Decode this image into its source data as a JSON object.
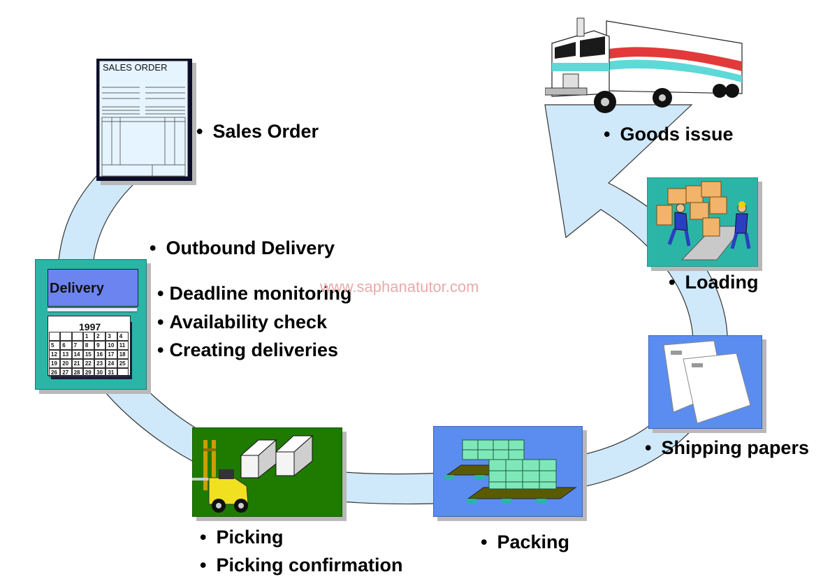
{
  "watermark": "www.saphanatutor.com",
  "colors": {
    "cycle_arrow": "#cfe8fa",
    "cycle_outline": "#333333",
    "teal": "#2bb5a6",
    "slide_blue": "#5b8cf0",
    "green": "#1f7a00"
  },
  "steps": {
    "sales_order": {
      "form_title": "SALES ORDER",
      "label": "Sales Order"
    },
    "delivery": {
      "card_title": "Delivery",
      "calendar_year": "1997",
      "calendar_days": [
        "1",
        "2",
        "3",
        "4",
        "5",
        "6",
        "7",
        "8",
        "9",
        "10",
        "11",
        "12",
        "13",
        "14",
        "15",
        "16",
        "17",
        "18",
        "19",
        "20",
        "21",
        "22",
        "23",
        "24",
        "25",
        "26",
        "27",
        "28",
        "29",
        "30",
        "31"
      ],
      "heading": "Outbound Delivery",
      "bullets": [
        "Deadline monitoring",
        "Availability check",
        "Creating deliveries"
      ]
    },
    "picking": {
      "labels": [
        "Picking",
        "Picking confirmation"
      ]
    },
    "packing": {
      "label": "Packing"
    },
    "shipping_papers": {
      "label": "Shipping papers"
    },
    "loading": {
      "label": "Loading"
    },
    "goods_issue": {
      "label": "Goods issue"
    }
  }
}
